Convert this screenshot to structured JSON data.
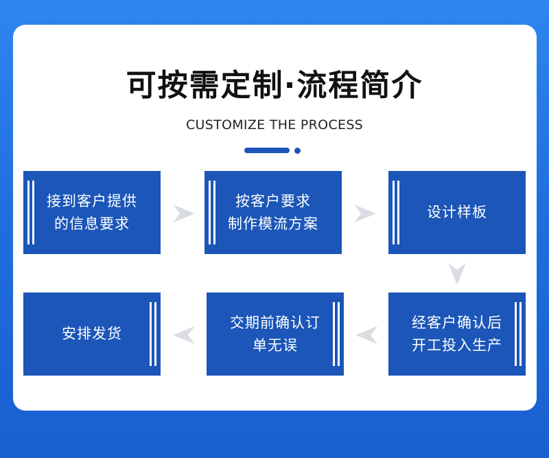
{
  "header": {
    "title": "可按需定制·流程简介",
    "subtitle": "CUSTOMIZE THE PROCESS"
  },
  "steps": [
    {
      "label_line1": "接到客户提供",
      "label_line2": "的信息要求"
    },
    {
      "label_line1": "按客户要求",
      "label_line2": "制作模流方案"
    },
    {
      "label_line1": "设计样板",
      "label_line2": ""
    },
    {
      "label_line1": "经客户确认后",
      "label_line2": "开工投入生产"
    },
    {
      "label_line1": "交期前确认订",
      "label_line2": "单无误"
    },
    {
      "label_line1": "安排发货",
      "label_line2": ""
    }
  ],
  "colors": {
    "background": "#2f86f0",
    "card": "#ffffff",
    "step_fill": "#1b56b8",
    "arrow": "#d9dde3",
    "title": "#111111"
  },
  "icons": {
    "arrow_right": "chevron-right-arrow-icon",
    "arrow_down": "chevron-down-arrow-icon",
    "arrow_left": "chevron-left-arrow-icon"
  }
}
